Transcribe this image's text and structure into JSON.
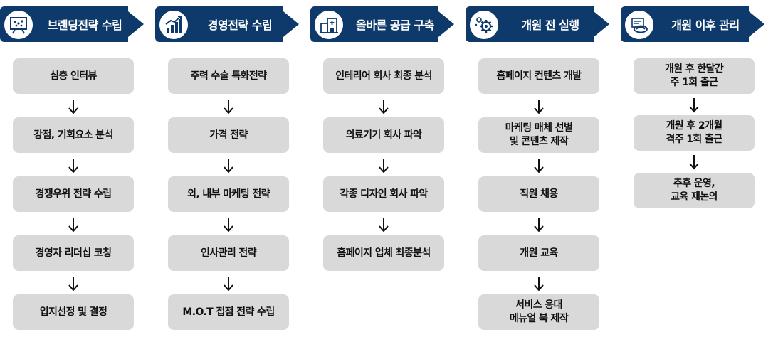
{
  "stages": [
    {
      "title": "브랜딩전략 수립",
      "icon": "presentation-board-icon",
      "steps": [
        "심층 인터뷰",
        "강점, 기회요소 분석",
        "경쟁우위 전략 수립",
        "경영자 리더십 코칭",
        "입지선정 및 결정"
      ]
    },
    {
      "title": "경영전략 수립",
      "icon": "growth-chart-icon",
      "steps": [
        "주력 수술 특화전략",
        "가격 전략",
        "외, 내부 마케팅 전략",
        "인사관리 전략",
        "M.O.T 접점 전략 수립"
      ]
    },
    {
      "title": "올바른 공급 구축",
      "icon": "hospital-building-icon",
      "steps": [
        "인테리어 회사 최종 분석",
        "의료기기 회사 파악",
        "각종 디자인 회사 파악",
        "홈페이지 업체 최종분석"
      ]
    },
    {
      "title": "개원 전 실행",
      "icon": "gears-icon",
      "steps": [
        "홈페이지 컨텐츠 개발",
        "마케팅 매체 선별\n및 콘텐츠 제작",
        "직원 채용",
        "개원 교육",
        "서비스 응대\n메뉴얼 북 제작"
      ]
    },
    {
      "title": "개원 이후 관리",
      "icon": "management-icon",
      "steps": [
        "개원 후 한달간\n주 1회 출근",
        "개원 후 2개월\n격주 1회 출근",
        "추후 운영,\n교육 재논의"
      ]
    }
  ],
  "colors": {
    "header": "#0e3a6b",
    "step_box": "#d9d9d9",
    "text": "#111111"
  }
}
